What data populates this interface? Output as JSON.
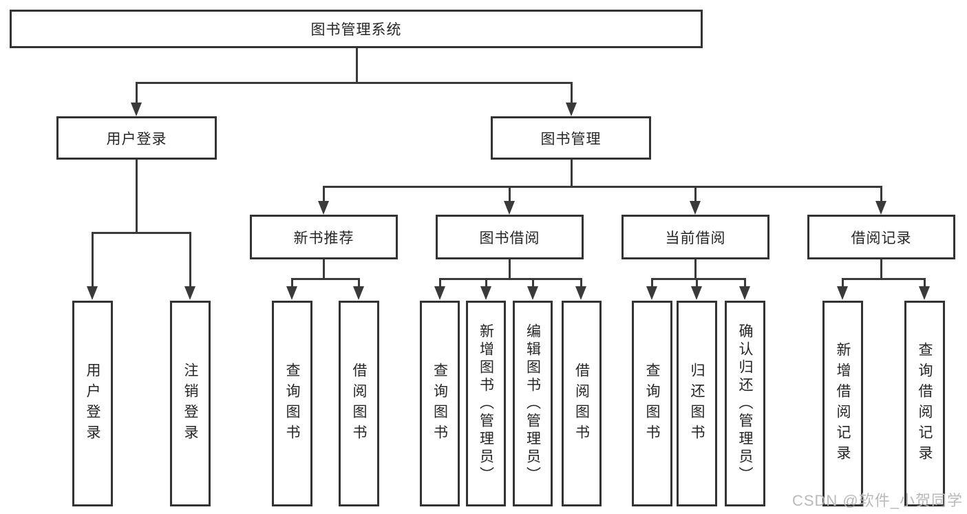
{
  "diagram": {
    "title": "图书管理系统",
    "level2": {
      "user_login": "用户登录",
      "book_mgmt": "图书管理"
    },
    "level3": {
      "new_books": "新书推荐",
      "borrow": "图书借阅",
      "current": "当前借阅",
      "records": "借阅记录"
    },
    "leaves": {
      "user_login": [
        "用户登录",
        "注销登录"
      ],
      "new_books": [
        "查询图书",
        "借阅图书"
      ],
      "borrow": [
        "查询图书",
        "新增图书（管理员）",
        "编辑图书（管理员）",
        "借阅图书"
      ],
      "current": [
        "查询图书",
        "归还图书",
        "确认归还（管理员）"
      ],
      "records": [
        "新增借阅记录",
        "查询借阅记录"
      ]
    }
  },
  "watermark": "CSDN @软件_小贺同学",
  "colors": {
    "line": "#3a3a3a",
    "box_border": "#333333",
    "text": "#262626",
    "watermark": "#b9b9b9",
    "background": "#ffffff"
  }
}
